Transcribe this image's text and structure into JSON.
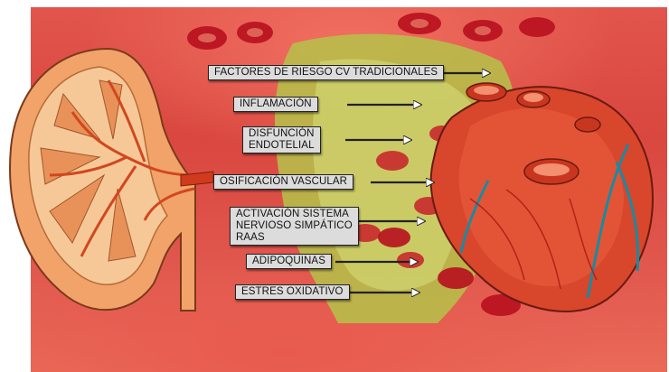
{
  "labels": [
    "FACTORES DE RIESGO CV TRADICIONALES",
    "INFLAMACIÓN",
    "DISFUNCIÓN\nENDOTELIAL",
    "OSIFICACIÓN VASCULAR",
    "ACTIVACIÓN SISTEMA\nNERVIOSO SIMPÁTICO\nRAAS",
    "ADIPOQUINAS",
    "ESTRES OXIDATIVO"
  ],
  "organs": {
    "left": "kidney-icon",
    "right": "heart-icon"
  },
  "colors": {
    "background": "#dc4c44",
    "kidney": "#f2a36a",
    "heart": "#d8462c",
    "label_fill": "#dcdcdc",
    "green_tissue": "#b7c44a"
  }
}
